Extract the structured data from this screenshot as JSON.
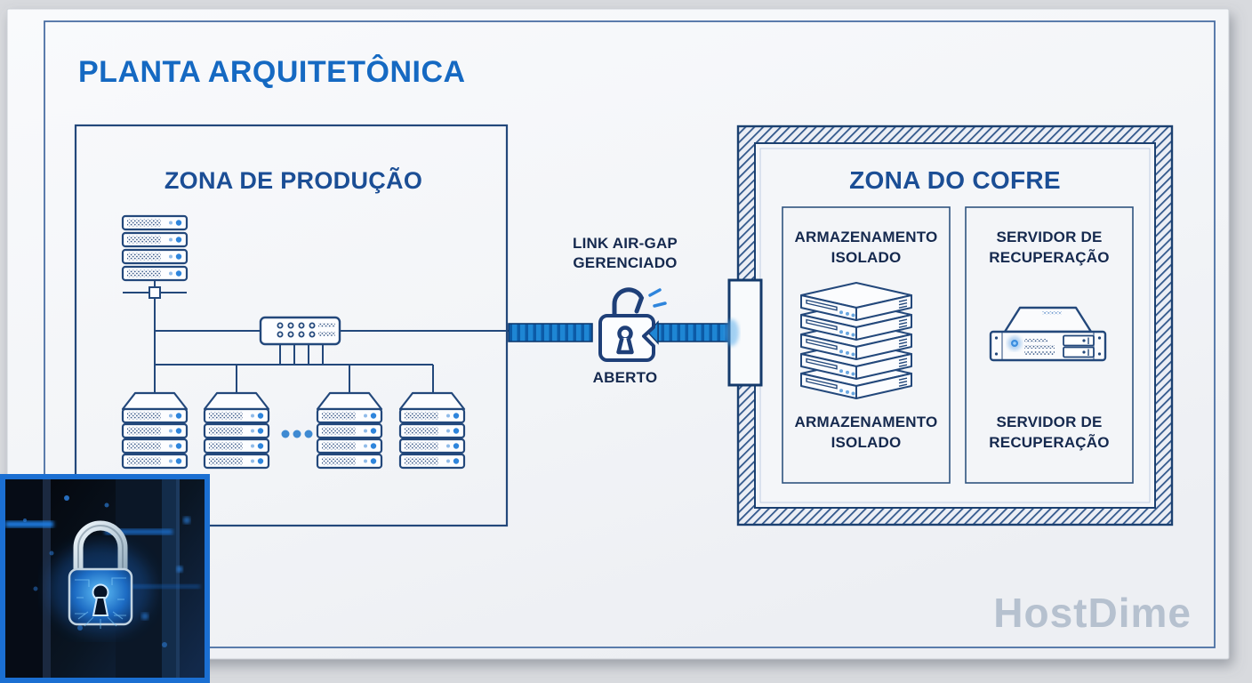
{
  "title": "PLANTA ARQUITETÔNICA",
  "brand": "HostDime",
  "production": {
    "title": "ZONA DE PRODUÇÃO"
  },
  "airgap": {
    "label": [
      "LINK AIR-GAP",
      "GERENCIADO"
    ],
    "status": "ABERTO"
  },
  "vault": {
    "title": "ZONA DO COFRE",
    "storage": {
      "top": [
        "ARMAZENAMENTO",
        "ISOLADO"
      ],
      "bottom": [
        "ARMAZENAMENTO",
        "ISOLADO"
      ]
    },
    "recovery": {
      "top": [
        "SERVIDOR DE",
        "RECUPERAÇÃO"
      ],
      "bottom": [
        "SERVIDOR DE",
        "RECUPERAÇÃO"
      ]
    }
  },
  "icons": {
    "top_server_stack": "server-stack-icon",
    "network_node": "network-node-icon",
    "switch": "network-switch-icon",
    "racks": "server-rack-icon",
    "ellipsis": "more-racks-ellipsis",
    "cable": "airgap-cable",
    "padlock_open": "open-padlock-icon",
    "vault_wall": "hatched-wall",
    "vault_gate": "wall-gate",
    "isolated_storage": "isometric-storage-stack-icon",
    "recovery_server": "rack-server-icon",
    "photo": "glowing-padlock-photo"
  },
  "colors": {
    "title_blue": "#1569c2",
    "zone_title_navy": "#1b4e95",
    "label_navy": "#15294e",
    "line_navy": "#23487b",
    "cable_blue": "#1e86d4",
    "cable_stripe": "#0c5aa6",
    "led_light": "#8fbbe9",
    "led_bright": "#2e85dc",
    "brand_gray": "#b6c1cf",
    "paper": "#f4f6f9",
    "backdrop": "#d8dade"
  }
}
